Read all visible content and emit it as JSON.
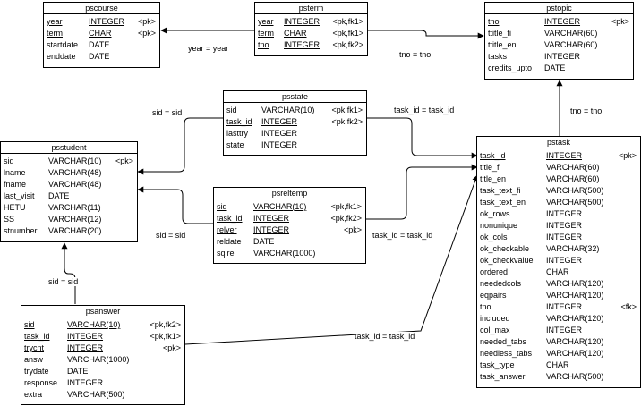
{
  "entities": {
    "pscourse": {
      "name": "pscourse",
      "columns": [
        {
          "name": "year",
          "type": "INTEGER",
          "key": "<pk>",
          "underline": true
        },
        {
          "name": "term",
          "type": "CHAR",
          "key": "<pk>",
          "underline": true
        },
        {
          "name": "startdate",
          "type": "DATE",
          "key": "",
          "underline": false
        },
        {
          "name": "enddate",
          "type": "DATE",
          "key": "",
          "underline": false
        }
      ]
    },
    "psterm": {
      "name": "psterm",
      "columns": [
        {
          "name": "year",
          "type": "INTEGER",
          "key": "<pk,fk1>",
          "underline": true
        },
        {
          "name": "term",
          "type": "CHAR",
          "key": "<pk,fk1>",
          "underline": true
        },
        {
          "name": "tno",
          "type": "INTEGER",
          "key": "<pk,fk2>",
          "underline": true
        }
      ]
    },
    "pstopic": {
      "name": "pstopic",
      "columns": [
        {
          "name": "tno",
          "type": "INTEGER",
          "key": "<pk>",
          "underline": true
        },
        {
          "name": "ttitle_fi",
          "type": "VARCHAR(60)",
          "key": "",
          "underline": false
        },
        {
          "name": "ttitle_en",
          "type": "VARCHAR(60)",
          "key": "",
          "underline": false
        },
        {
          "name": "tasks",
          "type": "INTEGER",
          "key": "",
          "underline": false
        },
        {
          "name": "credits_upto",
          "type": "DATE",
          "key": "",
          "underline": false
        }
      ]
    },
    "psstate": {
      "name": "psstate",
      "columns": [
        {
          "name": "sid",
          "type": "VARCHAR(10)",
          "key": "<pk,fk1>",
          "underline": true
        },
        {
          "name": "task_id",
          "type": "INTEGER",
          "key": "<pk,fk2>",
          "underline": true
        },
        {
          "name": "lasttry",
          "type": "INTEGER",
          "key": "",
          "underline": false
        },
        {
          "name": "state",
          "type": "INTEGER",
          "key": "",
          "underline": false
        }
      ]
    },
    "psstudent": {
      "name": "psstudent",
      "columns": [
        {
          "name": "sid",
          "type": "VARCHAR(10)",
          "key": "<pk>",
          "underline": true
        },
        {
          "name": "lname",
          "type": "VARCHAR(48)",
          "key": "",
          "underline": false
        },
        {
          "name": "fname",
          "type": "VARCHAR(48)",
          "key": "",
          "underline": false
        },
        {
          "name": "last_visit",
          "type": "DATE",
          "key": "",
          "underline": false
        },
        {
          "name": "HETU",
          "type": "VARCHAR(11)",
          "key": "",
          "underline": false
        },
        {
          "name": "SS",
          "type": "VARCHAR(12)",
          "key": "",
          "underline": false
        },
        {
          "name": "stnumber",
          "type": "VARCHAR(20)",
          "key": "",
          "underline": false
        }
      ]
    },
    "psreltemp": {
      "name": "psreltemp",
      "columns": [
        {
          "name": "sid",
          "type": "VARCHAR(10)",
          "key": "<pk,fk1>",
          "underline": true
        },
        {
          "name": "task_id",
          "type": "INTEGER",
          "key": "<pk,fk2>",
          "underline": true
        },
        {
          "name": "relver",
          "type": "INTEGER",
          "key": "<pk>",
          "underline": true
        },
        {
          "name": "reldate",
          "type": "DATE",
          "key": "",
          "underline": false
        },
        {
          "name": "sqlrel",
          "type": "VARCHAR(1000)",
          "key": "",
          "underline": false
        }
      ]
    },
    "psanswer": {
      "name": "psanswer",
      "columns": [
        {
          "name": "sid",
          "type": "VARCHAR(10)",
          "key": "<pk,fk2>",
          "underline": true
        },
        {
          "name": "task_id",
          "type": "INTEGER",
          "key": "<pk,fk1>",
          "underline": true
        },
        {
          "name": "trycnt",
          "type": "INTEGER",
          "key": "<pk>",
          "underline": true
        },
        {
          "name": "answ",
          "type": "VARCHAR(1000)",
          "key": "",
          "underline": false
        },
        {
          "name": "trydate",
          "type": "DATE",
          "key": "",
          "underline": false
        },
        {
          "name": "response",
          "type": "INTEGER",
          "key": "",
          "underline": false
        },
        {
          "name": "extra",
          "type": "VARCHAR(500)",
          "key": "",
          "underline": false
        }
      ]
    },
    "pstask": {
      "name": "pstask",
      "columns": [
        {
          "name": "task_id",
          "type": "INTEGER",
          "key": "<pk>",
          "underline": true
        },
        {
          "name": "title_fi",
          "type": "VARCHAR(60)",
          "key": "",
          "underline": false
        },
        {
          "name": "title_en",
          "type": "VARCHAR(60)",
          "key": "",
          "underline": false
        },
        {
          "name": "task_text_fi",
          "type": "VARCHAR(500)",
          "key": "",
          "underline": false
        },
        {
          "name": "task_text_en",
          "type": "VARCHAR(500)",
          "key": "",
          "underline": false
        },
        {
          "name": "ok_rows",
          "type": "INTEGER",
          "key": "",
          "underline": false
        },
        {
          "name": "nonunique",
          "type": "INTEGER",
          "key": "",
          "underline": false
        },
        {
          "name": "ok_cols",
          "type": "INTEGER",
          "key": "",
          "underline": false
        },
        {
          "name": "ok_checkable",
          "type": "VARCHAR(32)",
          "key": "",
          "underline": false
        },
        {
          "name": "ok_checkvalue",
          "type": "INTEGER",
          "key": "",
          "underline": false
        },
        {
          "name": "ordered",
          "type": "CHAR",
          "key": "",
          "underline": false
        },
        {
          "name": "neededcols",
          "type": "VARCHAR(120)",
          "key": "",
          "underline": false
        },
        {
          "name": "eqpairs",
          "type": "VARCHAR(120)",
          "key": "",
          "underline": false
        },
        {
          "name": "tno",
          "type": "INTEGER",
          "key": "<fk>",
          "underline": false
        },
        {
          "name": "included",
          "type": "VARCHAR(120)",
          "key": "",
          "underline": false
        },
        {
          "name": "col_max",
          "type": "INTEGER",
          "key": "",
          "underline": false
        },
        {
          "name": "needed_tabs",
          "type": "VARCHAR(120)",
          "key": "",
          "underline": false
        },
        {
          "name": "needless_tabs",
          "type": "VARCHAR(120)",
          "key": "",
          "underline": false
        },
        {
          "name": "task_type",
          "type": "CHAR",
          "key": "",
          "underline": false
        },
        {
          "name": "task_answer",
          "type": "VARCHAR(500)",
          "key": "",
          "underline": false
        }
      ]
    }
  },
  "relationships": [
    {
      "from": "psterm",
      "to": "pscourse",
      "label": "year = year"
    },
    {
      "from": "psterm",
      "to": "pstopic",
      "label": "tno = tno"
    },
    {
      "from": "pstask",
      "to": "pstopic",
      "label": "tno = tno"
    },
    {
      "from": "psstate",
      "to": "psstudent",
      "label": "sid = sid"
    },
    {
      "from": "psstate",
      "to": "pstask",
      "label": "task_id = task_id"
    },
    {
      "from": "psreltemp",
      "to": "psstudent",
      "label": "sid = sid"
    },
    {
      "from": "psreltemp",
      "to": "pstask",
      "label": "task_id = task_id"
    },
    {
      "from": "psanswer",
      "to": "psstudent",
      "label": "sid = sid"
    },
    {
      "from": "psanswer",
      "to": "pstask",
      "label": "task_id = task_id"
    }
  ]
}
